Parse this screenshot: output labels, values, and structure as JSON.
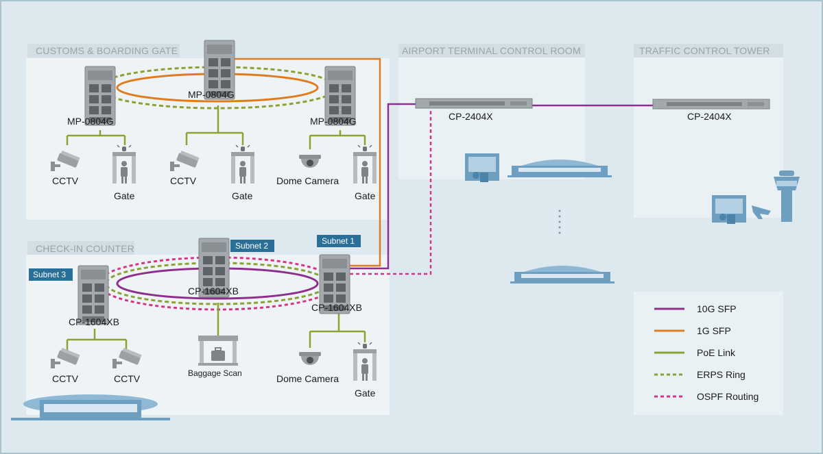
{
  "zones": {
    "customs": "CUSTOMS & BOARDING GATE",
    "checkin": "CHECK-IN COUNTER",
    "terminal": "AIRPORT TERMINAL CONTROL ROOM",
    "tower": "TRAFFIC CONTROL TOWER"
  },
  "devices": {
    "customs_left": "MP-0804G",
    "customs_center": "MP-0804G",
    "customs_right": "MP-0804G",
    "checkin_left": "CP-1604XB",
    "checkin_center": "CP-1604XB",
    "checkin_right": "CP-1604XB",
    "terminal_switch": "CP-2404X",
    "tower_switch": "CP-2404X"
  },
  "subnets": {
    "s1": "Subnet 1",
    "s2": "Subnet 2",
    "s3": "Subnet 3"
  },
  "endpoints": {
    "customs_cctv_1": "CCTV",
    "customs_gate_1": "Gate",
    "customs_cctv_2": "CCTV",
    "customs_gate_2": "Gate",
    "customs_dome": "Dome Camera",
    "customs_gate_3": "Gate",
    "checkin_cctv_1": "CCTV",
    "checkin_cctv_2": "CCTV",
    "checkin_baggage": "Baggage Scan",
    "checkin_dome": "Dome Camera",
    "checkin_gate": "Gate"
  },
  "legend": [
    {
      "label": "10G SFP",
      "color": "#8e2e8e",
      "style": "solid"
    },
    {
      "label": "1G SFP",
      "color": "#e07b1f",
      "style": "solid"
    },
    {
      "label": "PoE Link",
      "color": "#8aa232",
      "style": "solid"
    },
    {
      "label": "ERPS Ring",
      "color": "#8aa232",
      "style": "dashed"
    },
    {
      "label": "OSPF Routing",
      "color": "#d6348a",
      "style": "dashed"
    }
  ],
  "colors": {
    "sfp10g": "#8e2e8e",
    "sfp1g": "#e07b1f",
    "poe": "#8aa232",
    "ospf": "#d6348a",
    "subnet_badge": "#2a6f97",
    "building": "#6e9fc0"
  }
}
